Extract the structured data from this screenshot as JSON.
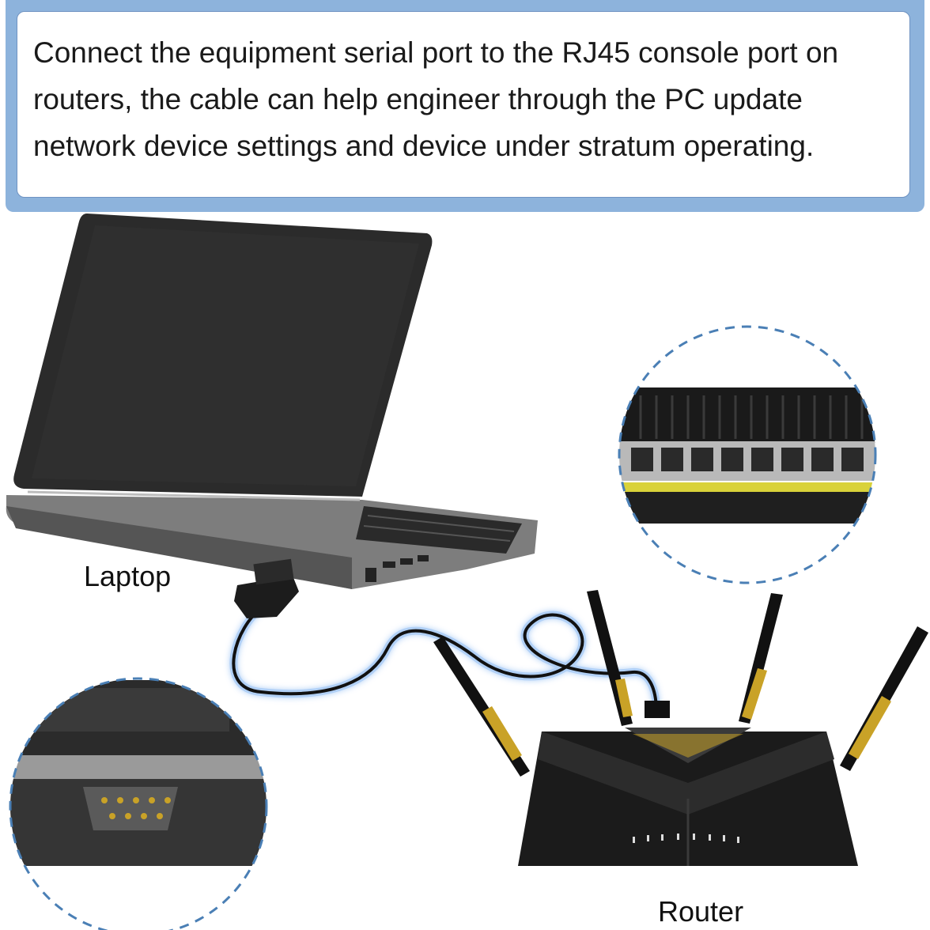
{
  "description": "Connect the equipment serial port to the RJ45 console port on routers, the cable can help engineer through the PC update network device settings and device under stratum operating.",
  "labels": {
    "laptop": "Laptop",
    "router": "Router"
  },
  "colors": {
    "banner_border": "#8db3dc",
    "dashed_circle": "#4a7fb5",
    "device_black": "#1b1b1b",
    "accent_gold": "#c9a227"
  },
  "icons": [
    "laptop-icon",
    "router-icon",
    "serial-cable-icon",
    "rj45-ports-zoom-icon",
    "db9-port-zoom-icon"
  ]
}
